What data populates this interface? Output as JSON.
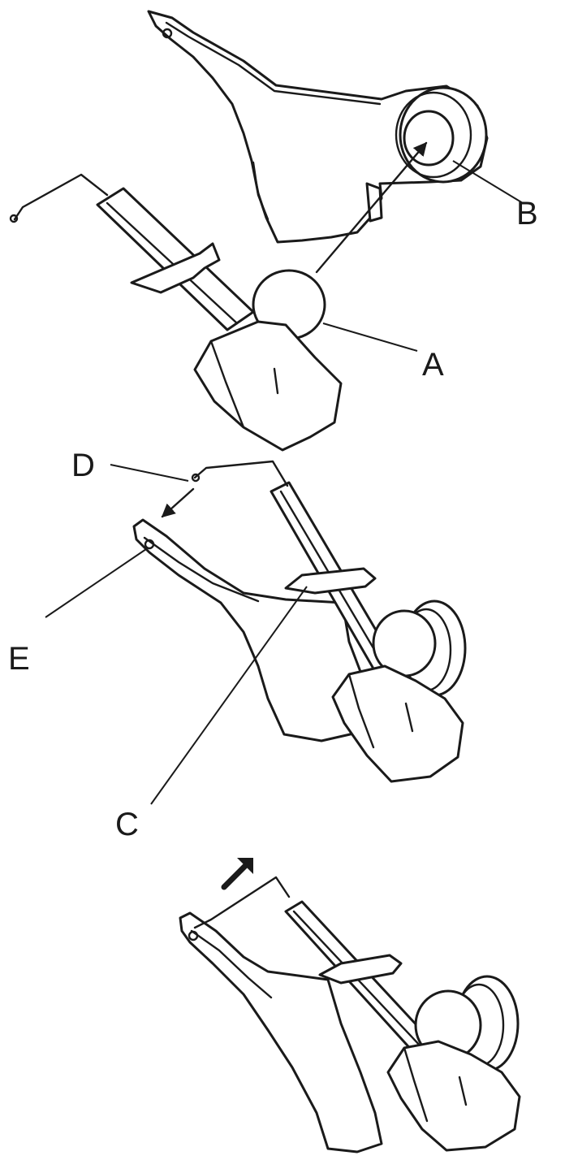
{
  "labels": {
    "a": "A",
    "b": "B",
    "c": "C",
    "d": "D",
    "e": "E"
  },
  "colors": {
    "ink": "#1a1a1a",
    "paper": "#ffffff"
  },
  "icons": {
    "install_direction": "arrow-up-right-icon"
  }
}
